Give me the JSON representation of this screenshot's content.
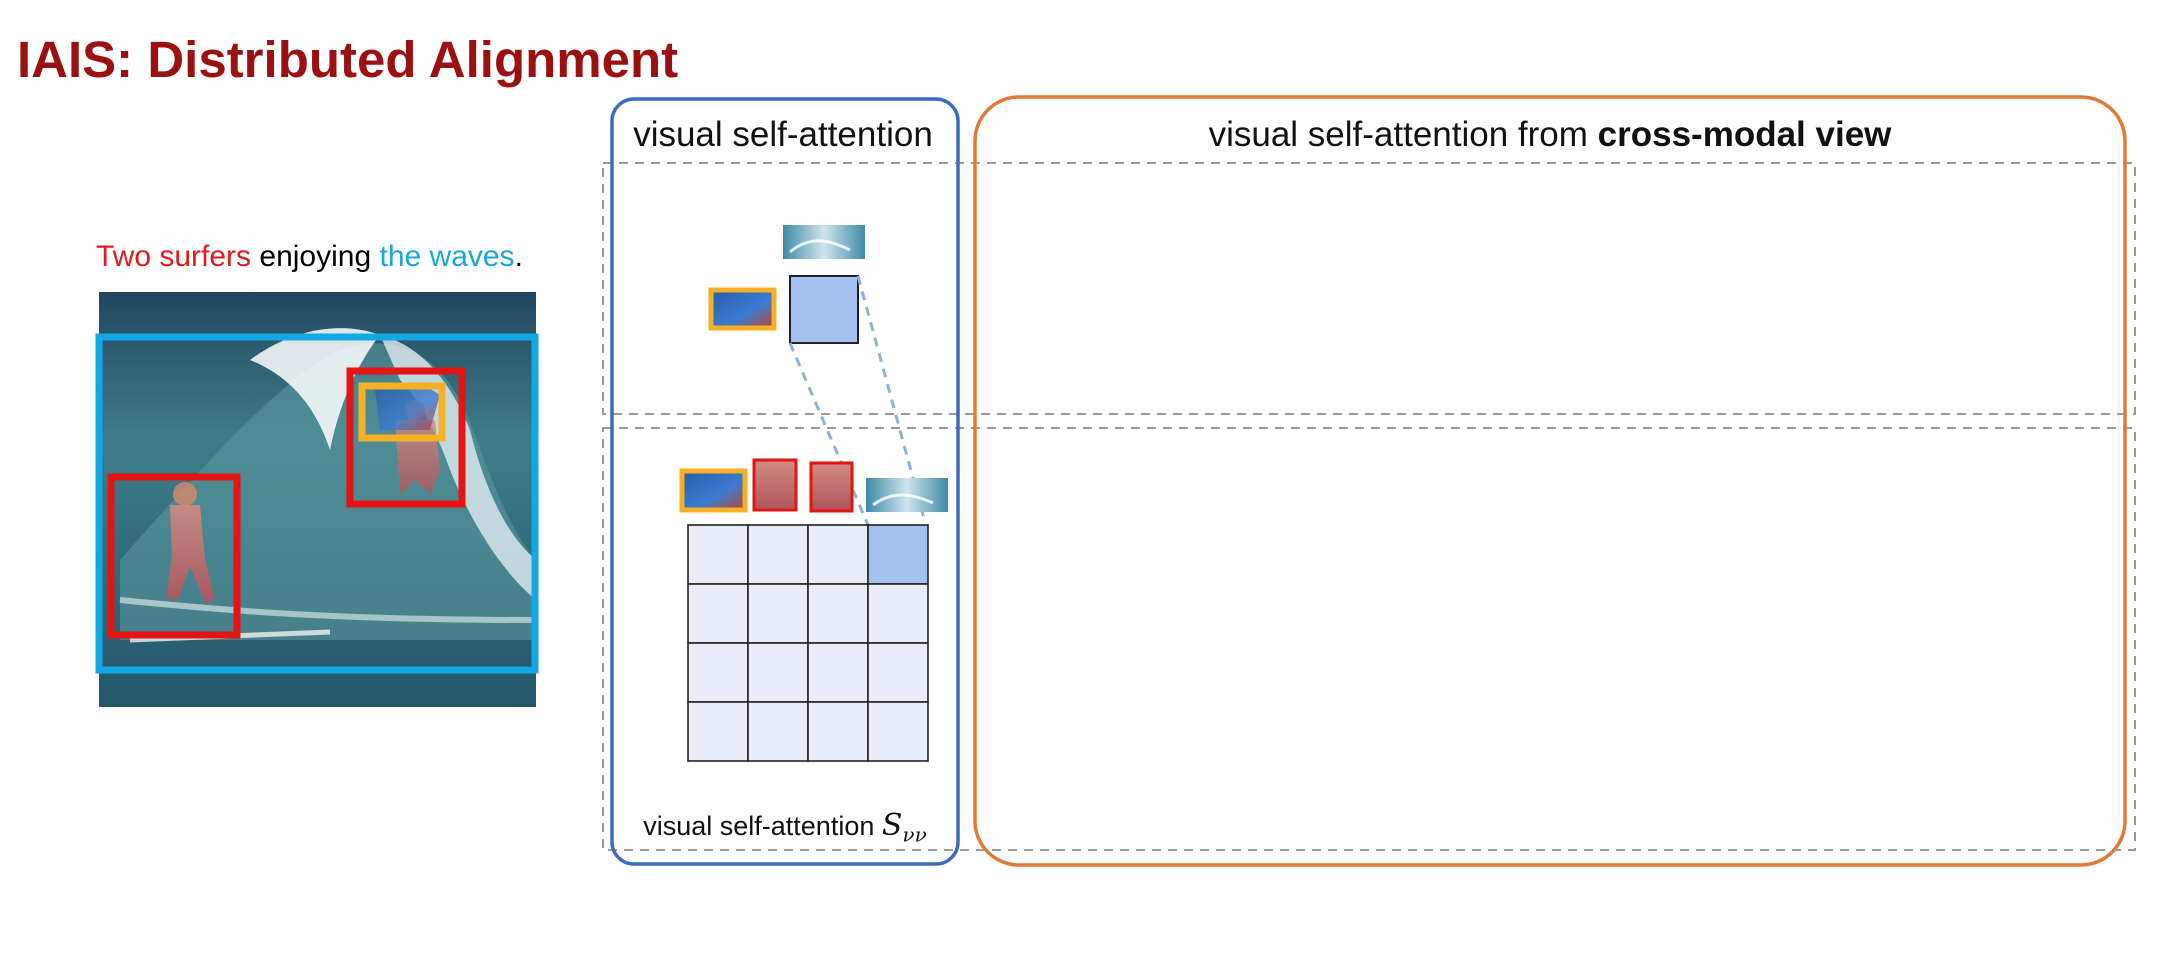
{
  "title": "IAIS: Distributed Alignment",
  "caption": {
    "part1": "Two surfers",
    "part2": " enjoying ",
    "part3": "the waves",
    "part4": "."
  },
  "panel1": {
    "title": "visual self-attention",
    "matrix_label": "visual self-attention ",
    "symbol": "S",
    "subscript": "νν"
  },
  "panel2": {
    "title_prefix": "visual self-attention from ",
    "title_bold": "cross-modal view"
  },
  "colors": {
    "title": "#9b1111",
    "red_phrase": "#e01b1b",
    "blue_phrase": "#1aa6e0",
    "panel1_border": "#3a6cc0",
    "panel2_border": "#e07a36",
    "matrix_cell": "#e8edf9",
    "matrix_highlight": "#a4c0f0",
    "yellow_box": "#f5b026"
  },
  "matrix": {
    "rows": 4,
    "cols": 4,
    "highlight_cell": [
      0,
      3
    ]
  }
}
